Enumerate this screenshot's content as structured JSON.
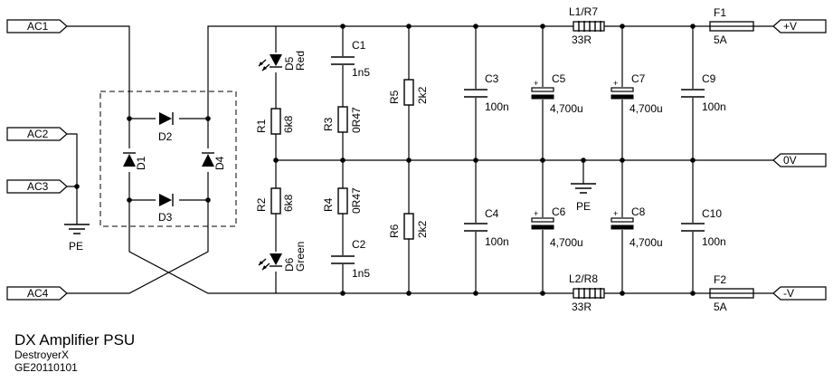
{
  "ports": {
    "ac1": "AC1",
    "ac2": "AC2",
    "ac3": "AC3",
    "ac4": "AC4",
    "vpos": "+V",
    "v0": "0V",
    "vneg": "-V"
  },
  "grounds": {
    "pe_left": "PE",
    "pe_center": "PE"
  },
  "bridge": {
    "d1": "D1",
    "d2": "D2",
    "d3": "D3",
    "d4": "D4"
  },
  "leds": {
    "d5_ref": "D5",
    "d5_color": "Red",
    "d6_ref": "D6",
    "d6_color": "Green"
  },
  "components": {
    "r1_ref": "R1",
    "r1_val": "6k8",
    "r2_ref": "R2",
    "r2_val": "6k8",
    "r3_ref": "R3",
    "r3_val": "0R47",
    "r4_ref": "R4",
    "r4_val": "0R47",
    "r5_ref": "R5",
    "r5_val": "2k2",
    "r6_ref": "R6",
    "r6_val": "2k2",
    "c1_ref": "C1",
    "c1_val": "1n5",
    "c2_ref": "C2",
    "c2_val": "1n5",
    "c3_ref": "C3",
    "c3_val": "100n",
    "c4_ref": "C4",
    "c4_val": "100n",
    "c5_ref": "C5",
    "c5_val": "4,700u",
    "c6_ref": "C6",
    "c6_val": "4,700u",
    "c7_ref": "C7",
    "c7_val": "4,700u",
    "c8_ref": "C8",
    "c8_val": "4,700u",
    "c9_ref": "C9",
    "c9_val": "100n",
    "c10_ref": "C10",
    "c10_val": "100n",
    "l1_ref": "L1/R7",
    "l1_val": "33R",
    "l2_ref": "L2/R8",
    "l2_val": "33R",
    "f1_ref": "F1",
    "f1_val": "5A",
    "f2_ref": "F2",
    "f2_val": "5A",
    "plus_sign": "+"
  },
  "title_block": {
    "title": "DX Amplifier PSU",
    "author": "DestroyerX",
    "code": "GE20110101"
  }
}
